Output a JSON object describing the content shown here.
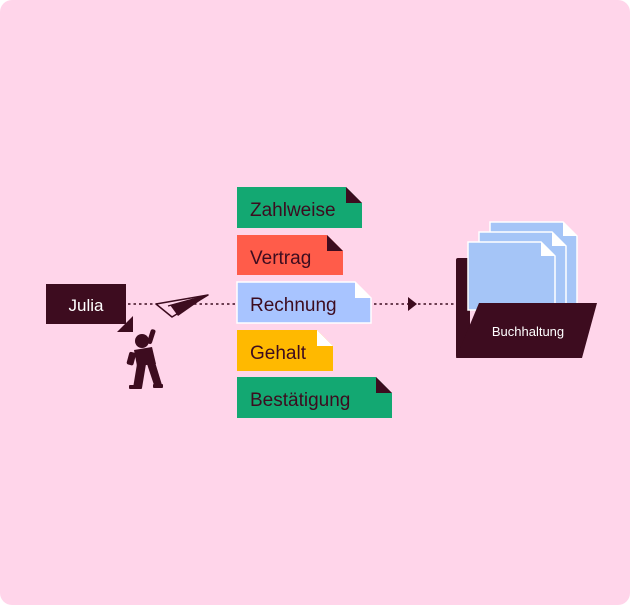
{
  "colors": {
    "background": "#ffd5ea",
    "dark": "#3d0c1f",
    "green": "#13a872",
    "red": "#ff5c4a",
    "blue": "#a8c4ff",
    "yellow": "#ffb900",
    "folder_paper": "#a5c5f7"
  },
  "sender": {
    "name": "Julia",
    "icons": [
      "paper-plane-icon",
      "person-waving-icon"
    ]
  },
  "documents": [
    {
      "label": "Zahlweise",
      "color": "green"
    },
    {
      "label": "Vertrag",
      "color": "red"
    },
    {
      "label": "Rechnung",
      "color": "blue"
    },
    {
      "label": "Gehalt",
      "color": "yellow"
    },
    {
      "label": "Bestätigung",
      "color": "green"
    }
  ],
  "destination": {
    "label": "Buchhaltung",
    "icon": "folder-icon"
  }
}
